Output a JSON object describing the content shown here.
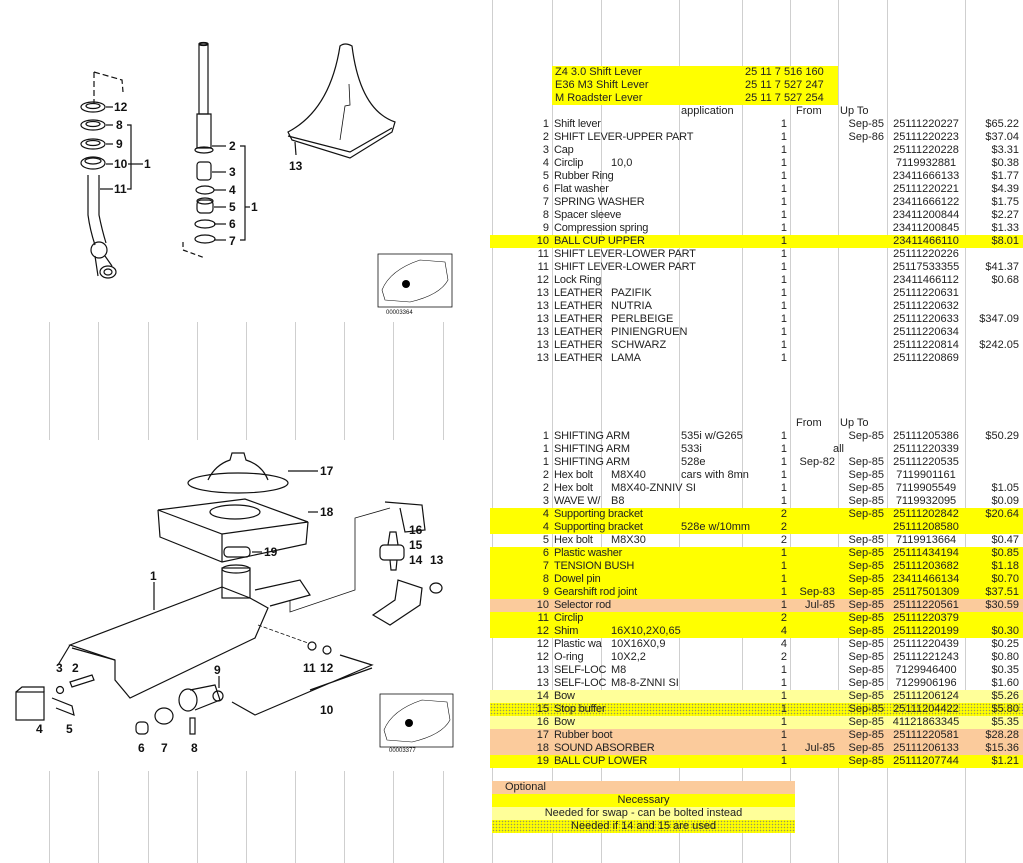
{
  "colors": {
    "necessary": "#ffff00",
    "optional": "#fbcb9c",
    "swap": "#ffff99",
    "dotted": "#ffff00"
  },
  "diagram_top": {
    "labels": [
      "12",
      "8",
      "9",
      "10",
      "1",
      "11",
      "2",
      "3",
      "4",
      "5",
      "1",
      "6",
      "7",
      "13"
    ],
    "code": "00003364"
  },
  "diagram_bottom": {
    "labels": [
      "17",
      "18",
      "19",
      "1",
      "16",
      "15",
      "14",
      "13",
      "11",
      "12",
      "10",
      "9",
      "3",
      "2",
      "4",
      "5",
      "6",
      "7",
      "8"
    ],
    "code": "00003377"
  },
  "levers": [
    {
      "name": "Z4 3.0 Shift Lever",
      "part": "25 11 7 516 160"
    },
    {
      "name": "E36 M3 Shift Lever",
      "part": "25 11 7 527 247"
    },
    {
      "name": "M Roadster Lever",
      "part": "25 11 7 527 254"
    }
  ],
  "top_header": {
    "application": "application",
    "from": "From",
    "upto": "Up To"
  },
  "top_rows": [
    {
      "no": "1",
      "desc": "Shift lever",
      "spec": "",
      "app": "",
      "qty": "1",
      "from": "",
      "upto": "Sep-85",
      "part": "25111220227",
      "price": "$65.22",
      "fill": ""
    },
    {
      "no": "2",
      "desc": "SHIFT LEVER-UPPER PART",
      "spec": "",
      "app": "",
      "qty": "1",
      "from": "",
      "upto": "Sep-86",
      "part": "25111220223",
      "price": "$37.04",
      "fill": ""
    },
    {
      "no": "3",
      "desc": "Cap",
      "spec": "",
      "app": "",
      "qty": "1",
      "from": "",
      "upto": "",
      "part": "25111220228",
      "price": "$3.31",
      "fill": ""
    },
    {
      "no": "4",
      "desc": "Circlip",
      "spec": "10,0",
      "app": "",
      "qty": "1",
      "from": "",
      "upto": "",
      "part": "7119932881",
      "price": "$0.38",
      "fill": ""
    },
    {
      "no": "5",
      "desc": "Rubber Ring",
      "spec": "",
      "app": "",
      "qty": "1",
      "from": "",
      "upto": "",
      "part": "23411666133",
      "price": "$1.77",
      "fill": ""
    },
    {
      "no": "6",
      "desc": "Flat washer",
      "spec": "",
      "app": "",
      "qty": "1",
      "from": "",
      "upto": "",
      "part": "25111220221",
      "price": "$4.39",
      "fill": ""
    },
    {
      "no": "7",
      "desc": "SPRING WASHER",
      "spec": "",
      "app": "",
      "qty": "1",
      "from": "",
      "upto": "",
      "part": "23411666122",
      "price": "$1.75",
      "fill": ""
    },
    {
      "no": "8",
      "desc": "Spacer sleeve",
      "spec": "",
      "app": "",
      "qty": "1",
      "from": "",
      "upto": "",
      "part": "23411200844",
      "price": "$2.27",
      "fill": ""
    },
    {
      "no": "9",
      "desc": "Compression spring",
      "spec": "",
      "app": "",
      "qty": "1",
      "from": "",
      "upto": "",
      "part": "23411200845",
      "price": "$1.33",
      "fill": ""
    },
    {
      "no": "10",
      "desc": "BALL CUP UPPER",
      "spec": "",
      "app": "",
      "qty": "1",
      "from": "",
      "upto": "",
      "part": "23411466110",
      "price": "$8.01",
      "fill": "yellow"
    },
    {
      "no": "11",
      "desc": "SHIFT LEVER-LOWER PART",
      "spec": "",
      "app": "",
      "qty": "1",
      "from": "",
      "upto": "",
      "part": "25111220226",
      "price": "",
      "fill": ""
    },
    {
      "no": "11",
      "desc": "SHIFT LEVER-LOWER PART",
      "spec": "",
      "app": "",
      "qty": "1",
      "from": "",
      "upto": "",
      "part": "25117533355",
      "price": "$41.37",
      "fill": ""
    },
    {
      "no": "12",
      "desc": "Lock Ring",
      "spec": "",
      "app": "",
      "qty": "1",
      "from": "",
      "upto": "",
      "part": "23411466112",
      "price": "$0.68",
      "fill": ""
    },
    {
      "no": "13",
      "desc": "LEATHER",
      "spec": "PAZIFIK",
      "app": "",
      "qty": "1",
      "from": "",
      "upto": "",
      "part": "25111220631",
      "price": "",
      "fill": ""
    },
    {
      "no": "13",
      "desc": "LEATHER",
      "spec": "NUTRIA",
      "app": "",
      "qty": "1",
      "from": "",
      "upto": "",
      "part": "25111220632",
      "price": "",
      "fill": ""
    },
    {
      "no": "13",
      "desc": "LEATHER",
      "spec": "PERLBEIGE",
      "app": "",
      "qty": "1",
      "from": "",
      "upto": "",
      "part": "25111220633",
      "price": "$347.09",
      "fill": ""
    },
    {
      "no": "13",
      "desc": "LEATHER",
      "spec": "PINIENGRUEN",
      "app": "",
      "qty": "1",
      "from": "",
      "upto": "",
      "part": "25111220634",
      "price": "",
      "fill": ""
    },
    {
      "no": "13",
      "desc": "LEATHER",
      "spec": "SCHWARZ",
      "app": "",
      "qty": "1",
      "from": "",
      "upto": "",
      "part": "25111220814",
      "price": "$242.05",
      "fill": ""
    },
    {
      "no": "13",
      "desc": "LEATHER",
      "spec": "LAMA",
      "app": "",
      "qty": "1",
      "from": "",
      "upto": "",
      "part": "25111220869",
      "price": "",
      "fill": ""
    }
  ],
  "bottom_header": {
    "from": "From",
    "upto": "Up To"
  },
  "bottom_rows": [
    {
      "no": "1",
      "desc": "SHIFTING ARM",
      "spec": "",
      "app": "535i w/G265",
      "qty": "1",
      "from": "",
      "upto": "Sep-85",
      "part": "25111205386",
      "price": "$50.29",
      "fill": ""
    },
    {
      "no": "1",
      "desc": "SHIFTING ARM",
      "spec": "",
      "app": "533i",
      "qty": "1",
      "from": "",
      "upto": "",
      "span": "all",
      "part": "25111220339",
      "price": "",
      "fill": ""
    },
    {
      "no": "1",
      "desc": "SHIFTING ARM",
      "spec": "",
      "app": "528e",
      "qty": "1",
      "from": "Sep-82",
      "upto": "Sep-85",
      "part": "25111220535",
      "price": "",
      "fill": ""
    },
    {
      "no": "2",
      "desc": "Hex bolt",
      "spec": "M8X40",
      "app": "cars with 8mn",
      "qty": "1",
      "from": "",
      "upto": "Sep-85",
      "part": "7119901161",
      "price": "",
      "fill": ""
    },
    {
      "no": "2",
      "desc": "Hex bolt",
      "spec": "M8X40-ZNNIV SI",
      "app": "",
      "qty": "1",
      "from": "",
      "upto": "Sep-85",
      "part": "7119905549",
      "price": "$1.05",
      "fill": ""
    },
    {
      "no": "3",
      "desc": "WAVE W/",
      "spec": "B8",
      "app": "",
      "qty": "1",
      "from": "",
      "upto": "Sep-85",
      "part": "7119932095",
      "price": "$0.09",
      "fill": ""
    },
    {
      "no": "4",
      "desc": "Supporting bracket",
      "spec": "",
      "app": "",
      "qty": "2",
      "from": "",
      "upto": "Sep-85",
      "part": "25111202842",
      "price": "$20.64",
      "fill": "yellow"
    },
    {
      "no": "4",
      "desc": "Supporting bracket",
      "spec": "",
      "app": "528e w/10mm",
      "qty": "2",
      "from": "",
      "upto": "",
      "part": "25111208580",
      "price": "",
      "fill": "yellow"
    },
    {
      "no": "5",
      "desc": "Hex bolt",
      "spec": "M8X30",
      "app": "",
      "qty": "2",
      "from": "",
      "upto": "Sep-85",
      "part": "7119913664",
      "price": "$0.47",
      "fill": ""
    },
    {
      "no": "6",
      "desc": "Plastic washer",
      "spec": "",
      "app": "",
      "qty": "1",
      "from": "",
      "upto": "Sep-85",
      "part": "25111434194",
      "price": "$0.85",
      "fill": "yellow"
    },
    {
      "no": "7",
      "desc": "TENSION BUSH",
      "spec": "",
      "app": "",
      "qty": "1",
      "from": "",
      "upto": "Sep-85",
      "part": "25111203682",
      "price": "$1.18",
      "fill": "yellow"
    },
    {
      "no": "8",
      "desc": "Dowel pin",
      "spec": "",
      "app": "",
      "qty": "1",
      "from": "",
      "upto": "Sep-85",
      "part": "23411466134",
      "price": "$0.70",
      "fill": "yellow"
    },
    {
      "no": "9",
      "desc": "Gearshift rod joint",
      "spec": "",
      "app": "",
      "qty": "1",
      "from": "Sep-83",
      "upto": "Sep-85",
      "part": "25117501309",
      "price": "$37.51",
      "fill": "yellow"
    },
    {
      "no": "10",
      "desc": "Selector rod",
      "spec": "",
      "app": "",
      "qty": "1",
      "from": "Jul-85",
      "upto": "Sep-85",
      "part": "25111220561",
      "price": "$30.59",
      "fill": "peach"
    },
    {
      "no": "11",
      "desc": "Circlip",
      "spec": "",
      "app": "",
      "qty": "2",
      "from": "",
      "upto": "Sep-85",
      "part": "25111220379",
      "price": "",
      "fill": "yellow"
    },
    {
      "no": "12",
      "desc": "Shim",
      "spec": "16X10,2X0,65",
      "app": "",
      "qty": "4",
      "from": "",
      "upto": "Sep-85",
      "part": "25111220199",
      "price": "$0.30",
      "fill": "yellow"
    },
    {
      "no": "12",
      "desc": "Plastic wa",
      "spec": "10X16X0,9",
      "app": "",
      "qty": "4",
      "from": "",
      "upto": "Sep-85",
      "part": "25111220439",
      "price": "$0.25",
      "fill": ""
    },
    {
      "no": "12",
      "desc": "O-ring",
      "spec": "10X2,2",
      "app": "",
      "qty": "2",
      "from": "",
      "upto": "Sep-85",
      "part": "25111221243",
      "price": "$0.80",
      "fill": ""
    },
    {
      "no": "13",
      "desc": "SELF-LOC",
      "spec": "M8",
      "app": "",
      "qty": "1",
      "from": "",
      "upto": "Sep-85",
      "part": "7129946400",
      "price": "$0.35",
      "fill": ""
    },
    {
      "no": "13",
      "desc": "SELF-LOC",
      "spec": "M8-8-ZNNI SI",
      "app": "",
      "qty": "1",
      "from": "",
      "upto": "Sep-85",
      "part": "7129906196",
      "price": "$1.60",
      "fill": ""
    },
    {
      "no": "14",
      "desc": "Bow",
      "spec": "",
      "app": "",
      "qty": "1",
      "from": "",
      "upto": "Sep-85",
      "part": "25111206124",
      "price": "$5.26",
      "fill": "light"
    },
    {
      "no": "15",
      "desc": "Stop buffer",
      "spec": "",
      "app": "",
      "qty": "1",
      "from": "",
      "upto": "Sep-85",
      "part": "25111204422",
      "price": "$5.80",
      "fill": "dots"
    },
    {
      "no": "16",
      "desc": "Bow",
      "spec": "",
      "app": "",
      "qty": "1",
      "from": "",
      "upto": "Sep-85",
      "part": "41121863345",
      "price": "$5.35",
      "fill": "light"
    },
    {
      "no": "17",
      "desc": "Rubber boot",
      "spec": "",
      "app": "",
      "qty": "1",
      "from": "",
      "upto": "Sep-85",
      "part": "25111220581",
      "price": "$28.28",
      "fill": "peach"
    },
    {
      "no": "18",
      "desc": "SOUND ABSORBER",
      "spec": "",
      "app": "",
      "qty": "1",
      "from": "Jul-85",
      "upto": "Sep-85",
      "part": "25111206133",
      "price": "$15.36",
      "fill": "peach"
    },
    {
      "no": "19",
      "desc": "BALL CUP LOWER",
      "spec": "",
      "app": "",
      "qty": "1",
      "from": "",
      "upto": "Sep-85",
      "part": "25111207744",
      "price": "$1.21",
      "fill": "yellow"
    }
  ],
  "legend": [
    {
      "label": "Optional",
      "fill": "peach",
      "align": "left"
    },
    {
      "label": "Necessary",
      "fill": "yellow",
      "align": "center"
    },
    {
      "label": "Needed for swap - can be bolted instead",
      "fill": "light",
      "align": "center"
    },
    {
      "label": "Needed if 14 and 15 are used",
      "fill": "dots",
      "align": "center"
    }
  ]
}
